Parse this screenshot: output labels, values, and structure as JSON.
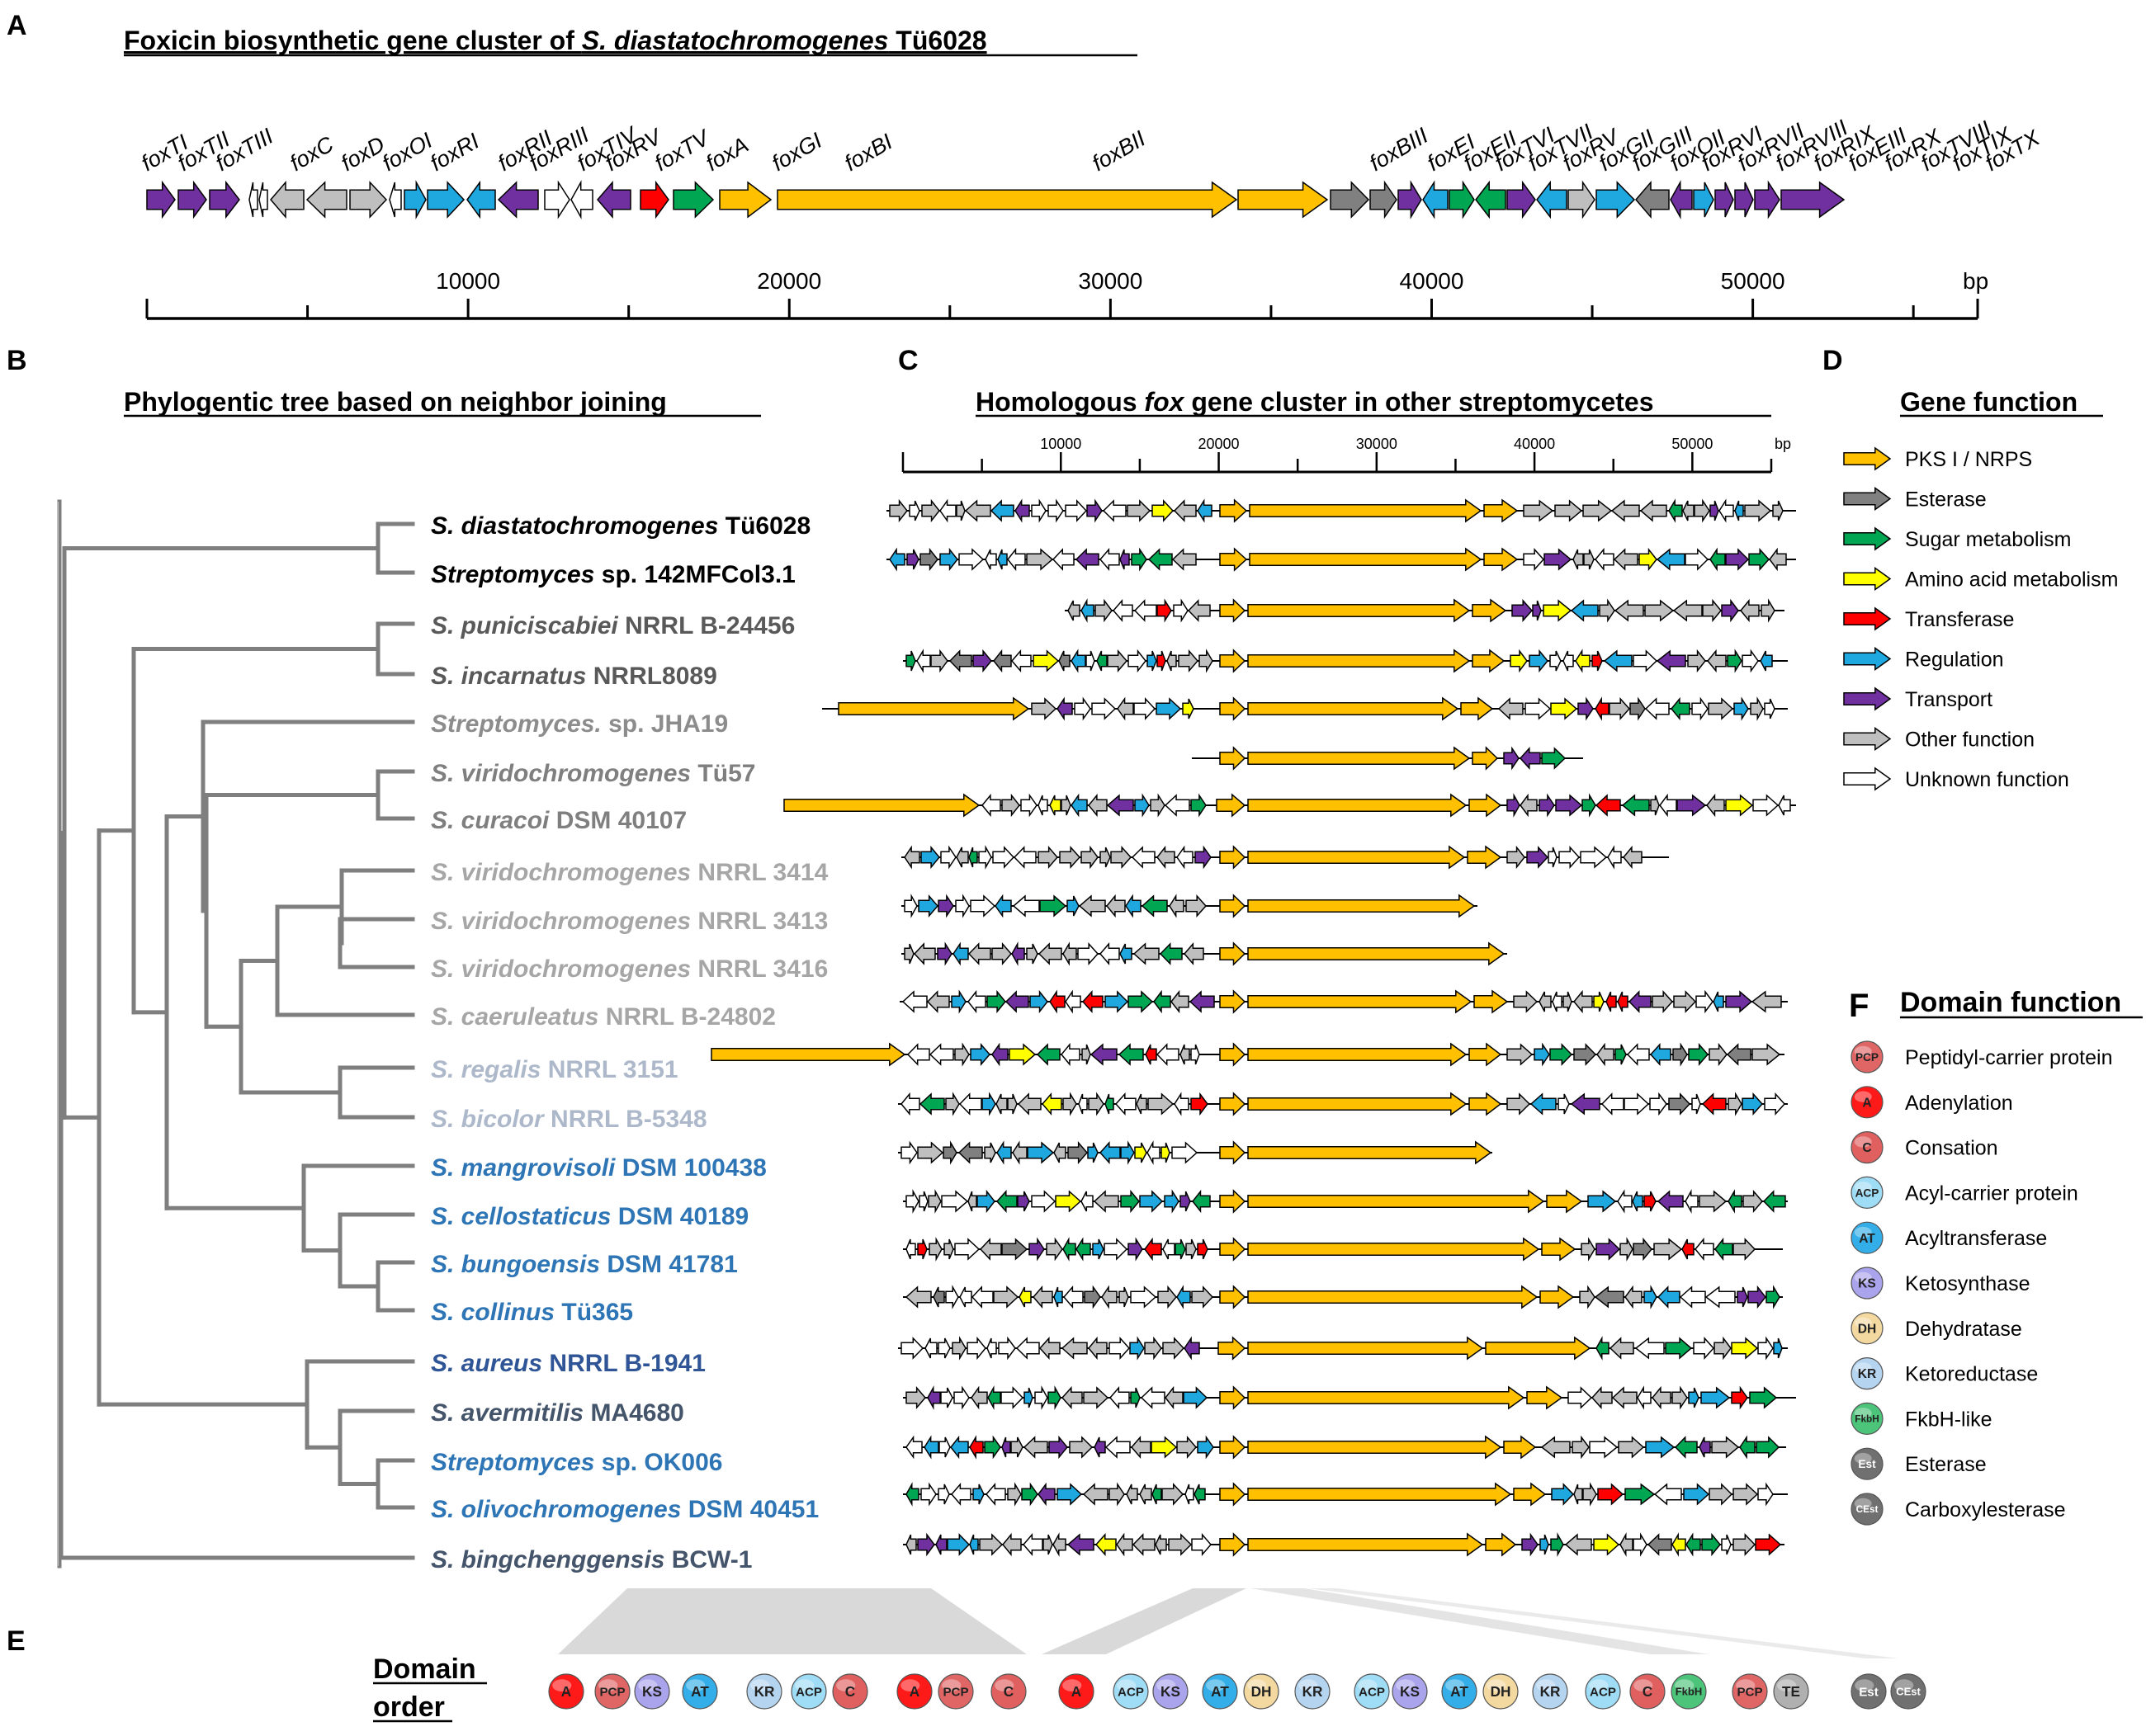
{
  "panel_letters": {
    "a": "A",
    "b": "B",
    "c": "C",
    "d": "D",
    "e": "E",
    "f": "F"
  },
  "panel_a": {
    "title_prefix": "Foxicin biosynthetic gene cluster of ",
    "title_species": "S. diastatochromogenes",
    "title_strain": " Tü6028",
    "axis_ticks": [
      "10000",
      "20000",
      "30000",
      "40000",
      "50000"
    ],
    "axis_unit": "bp",
    "genes": [
      {
        "name": "foxTI",
        "color": "#7030a0",
        "dir": "R"
      },
      {
        "name": "foxTII",
        "color": "#7030a0",
        "dir": "R"
      },
      {
        "name": "foxTIII",
        "color": "#7030a0",
        "dir": "R"
      },
      {
        "name": "",
        "color": "#ffffff",
        "dir": "L"
      },
      {
        "name": "",
        "color": "#ffffff",
        "dir": "L"
      },
      {
        "name": "foxC",
        "color": "#bfbfbf",
        "dir": "L"
      },
      {
        "name": "foxD",
        "color": "#bfbfbf",
        "dir": "L"
      },
      {
        "name": "foxOI",
        "color": "#bfbfbf",
        "dir": "R"
      },
      {
        "name": "",
        "color": "#ffffff",
        "dir": "L"
      },
      {
        "name": "foxRI",
        "color": "#1fa7e0",
        "dir": "R"
      },
      {
        "name": "foxRII",
        "color": "#1fa7e0",
        "dir": "R"
      },
      {
        "name": "foxRIII",
        "color": "#1fa7e0",
        "dir": "L"
      },
      {
        "name": "foxTIV",
        "color": "#7030a0",
        "dir": "L"
      },
      {
        "name": "foxRV",
        "color": "#ffffff",
        "dir": "R"
      },
      {
        "name": "",
        "color": "#ffffff",
        "dir": "L"
      },
      {
        "name": "foxTV",
        "color": "#7030a0",
        "dir": "L"
      },
      {
        "name": "foxA",
        "color": "#ff0000",
        "dir": "R"
      },
      {
        "name": "foxGI",
        "color": "#00a651",
        "dir": "R"
      },
      {
        "name": "foxBI",
        "color": "#ffc000",
        "dir": "R"
      },
      {
        "name": "foxBII",
        "color": "#ffc000",
        "dir": "R"
      },
      {
        "name": "foxBIII",
        "color": "#ffc000",
        "dir": "R"
      },
      {
        "name": "foxEI",
        "color": "#808080",
        "dir": "R"
      },
      {
        "name": "foxEII",
        "color": "#808080",
        "dir": "R"
      },
      {
        "name": "foxTVI",
        "color": "#7030a0",
        "dir": "R"
      },
      {
        "name": "foxTVII",
        "color": "#1fa7e0",
        "dir": "L"
      },
      {
        "name": "foxRV",
        "color": "#00a651",
        "dir": "R"
      },
      {
        "name": "foxGII",
        "color": "#00a651",
        "dir": "L"
      },
      {
        "name": "foxGIII",
        "color": "#7030a0",
        "dir": "R"
      },
      {
        "name": "foxOII",
        "color": "#1fa7e0",
        "dir": "L"
      },
      {
        "name": "foxRVI",
        "color": "#bfbfbf",
        "dir": "R"
      },
      {
        "name": "foxRVII",
        "color": "#1fa7e0",
        "dir": "R"
      },
      {
        "name": "foxRVIII",
        "color": "#808080",
        "dir": "L"
      },
      {
        "name": "foxRIX",
        "color": "#7030a0",
        "dir": "L"
      },
      {
        "name": "foxEIII",
        "color": "#1fa7e0",
        "dir": "R"
      },
      {
        "name": "foxRX",
        "color": "#7030a0",
        "dir": "R"
      },
      {
        "name": "foxTVIII",
        "color": "#7030a0",
        "dir": "R"
      },
      {
        "name": "foxTIX",
        "color": "#7030a0",
        "dir": "R"
      },
      {
        "name": "foxTX",
        "color": "#7030a0",
        "dir": "R"
      }
    ]
  },
  "panel_b": {
    "title": "Phylogentic tree based on neighbor joining",
    "taxa": [
      {
        "italic": "S. diastatochromogenes",
        "rest": " Tü6028",
        "color": "#000000"
      },
      {
        "italic": "Streptomyces",
        "rest": " sp. 142MFCol3.1",
        "color": "#000000"
      },
      {
        "italic": "S. puniciscabiei",
        "rest": " NRRL B-24456",
        "color": "#595959"
      },
      {
        "italic": "S. incarnatus",
        "rest": " NRRL8089",
        "color": "#595959"
      },
      {
        "italic": "Streptomyces.",
        "rest": " sp. JHA19",
        "color": "#8c8c8c"
      },
      {
        "italic": "S. viridochromogenes",
        "rest": " Tü57",
        "color": "#7f7f7f"
      },
      {
        "italic": "S. curacoi",
        "rest": " DSM 40107",
        "color": "#7f7f7f"
      },
      {
        "italic": "S. viridochromogenes",
        "rest": " NRRL 3414",
        "color": "#a6a6a6"
      },
      {
        "italic": "S. viridochromogenes",
        "rest": " NRRL 3413",
        "color": "#a6a6a6"
      },
      {
        "italic": "S. viridochromogenes",
        "rest": " NRRL 3416",
        "color": "#a6a6a6"
      },
      {
        "italic": "S. caeruleatus",
        "rest": " NRRL B-24802",
        "color": "#a6a6a6"
      },
      {
        "italic": "S. regalis",
        "rest": " NRRL 3151",
        "color": "#adb9ca"
      },
      {
        "italic": "S. bicolor",
        "rest": " NRRL B-5348",
        "color": "#adb9ca"
      },
      {
        "italic": "S. mangrovisoli",
        "rest": " DSM 100438",
        "color": "#2e75b6"
      },
      {
        "italic": "S. cellostaticus",
        "rest": " DSM 40189",
        "color": "#2e75b6"
      },
      {
        "italic": "S. bungoensis",
        "rest": " DSM 41781",
        "color": "#2e75b6"
      },
      {
        "italic": "S. collinus",
        "rest": " Tü365",
        "color": "#2e75b6"
      },
      {
        "italic": "S. aureus",
        "rest": " NRRL B-1941",
        "color": "#2f5597"
      },
      {
        "italic": "S. avermitilis",
        "rest": " MA4680",
        "color": "#44546a"
      },
      {
        "italic": "Streptomyces",
        "rest": " sp. OK006",
        "color": "#2e75b6"
      },
      {
        "italic": "S. olivochromogenes",
        "rest": " DSM 40451",
        "color": "#2e75b6"
      },
      {
        "italic": "S. bingchenggensis",
        "rest": " BCW-1",
        "color": "#44546a"
      }
    ]
  },
  "panel_c": {
    "title_pre": "Homologous ",
    "title_italic": "fox",
    "title_post": " gene cluster in other streptomycetes",
    "axis_ticks": [
      "10000",
      "20000",
      "30000",
      "40000",
      "50000"
    ],
    "axis_unit": "bp"
  },
  "panel_d": {
    "title": "Gene function",
    "items": [
      {
        "label": "PKS I / NRPS",
        "color": "#ffc000"
      },
      {
        "label": "Esterase",
        "color": "#808080"
      },
      {
        "label": "Sugar metabolism",
        "color": "#00a651"
      },
      {
        "label": "Amino acid metabolism",
        "color": "#ffff00"
      },
      {
        "label": "Transferase",
        "color": "#ff0000"
      },
      {
        "label": "Regulation",
        "color": "#1fa7e0"
      },
      {
        "label": "Transport",
        "color": "#7030a0"
      },
      {
        "label": "Other function",
        "color": "#bfbfbf"
      },
      {
        "label": "Unknown function",
        "color": "#ffffff"
      }
    ]
  },
  "panel_f": {
    "title": "Domain function",
    "items": [
      {
        "abbr": "PCP",
        "label": "Peptidyl-carrier protein",
        "color": "#e06666"
      },
      {
        "abbr": "A",
        "label": "Adenylation",
        "color": "#ff1a1a"
      },
      {
        "abbr": "C",
        "label": "Consation",
        "color": "#e06060"
      },
      {
        "abbr": "ACP",
        "label": "Acyl-carrier protein",
        "color": "#9fdcf5"
      },
      {
        "abbr": "AT",
        "label": "Acyltransferase",
        "color": "#33aee8"
      },
      {
        "abbr": "KS",
        "label": "Ketosynthase",
        "color": "#a9a4ec"
      },
      {
        "abbr": "DH",
        "label": "Dehydratase",
        "color": "#f3d9a0"
      },
      {
        "abbr": "KR",
        "label": "Ketoreductase",
        "color": "#b4d4f0"
      },
      {
        "abbr": "FkbH",
        "label": "FkbH-like",
        "color": "#4cc47a"
      },
      {
        "abbr": "Est",
        "label": "Esterase",
        "color": "#707070"
      },
      {
        "abbr": "CEst",
        "label": "Carboxylesterase",
        "color": "#707070"
      }
    ]
  },
  "panel_e": {
    "title_line1": "Domain",
    "title_line2": "order",
    "domains": [
      "A",
      "PCP",
      "KS",
      "AT",
      "KR",
      "ACP",
      "C",
      "A",
      "PCP",
      "C",
      "A",
      "ACP",
      "KS",
      "AT",
      "DH",
      "KR",
      "ACP",
      "KS",
      "AT",
      "DH",
      "KR",
      "ACP",
      "C",
      "FkbH",
      "PCP",
      "TE",
      "Est",
      "CEst"
    ]
  },
  "colors": {
    "pks": "#ffc000",
    "esterase": "#808080",
    "sugar": "#00a651",
    "amino": "#ffff00",
    "transferase": "#ff0000",
    "regulation": "#1fa7e0",
    "transport": "#7030a0",
    "other": "#bfbfbf",
    "unknown": "#ffffff",
    "tree": "#7f7f7f",
    "te": "#b0b0b0"
  }
}
